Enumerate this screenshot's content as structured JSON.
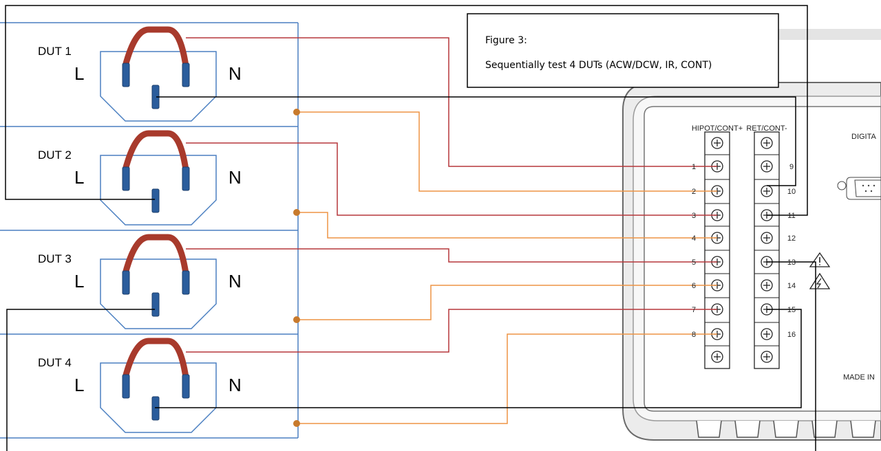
{
  "figure_caption": {
    "line1": "Figure 3:",
    "line2": "Sequentially test 4 DUTs (ACW/DCW, IR, CONT)"
  },
  "duts": [
    {
      "label": "DUT 1",
      "left_pin": "L",
      "right_pin": "N"
    },
    {
      "label": "DUT 2",
      "left_pin": "L",
      "right_pin": "N"
    },
    {
      "label": "DUT 3",
      "left_pin": "L",
      "right_pin": "N"
    },
    {
      "label": "DUT 4",
      "left_pin": "L",
      "right_pin": "N"
    }
  ],
  "instrument": {
    "left_block_header": "HIPOT/CONT+",
    "right_block_header": "RET/CONT-",
    "left_terminals": [
      "1",
      "2",
      "3",
      "4",
      "5",
      "6",
      "7",
      "8"
    ],
    "right_terminals": [
      "9",
      "10",
      "11",
      "12",
      "13",
      "14",
      "15",
      "16"
    ],
    "digital_label": "DIGITA",
    "made_in_label": "MADE IN"
  },
  "wire_colors": {
    "live": "#b5373a",
    "ground": "#ee9443",
    "return": "#000000",
    "dut_outline": "#4a7fc1",
    "plug_pin": "#2b5d9c",
    "jumper": "#a83a2c"
  },
  "icons": [
    "warning-icon",
    "high-voltage-icon"
  ]
}
